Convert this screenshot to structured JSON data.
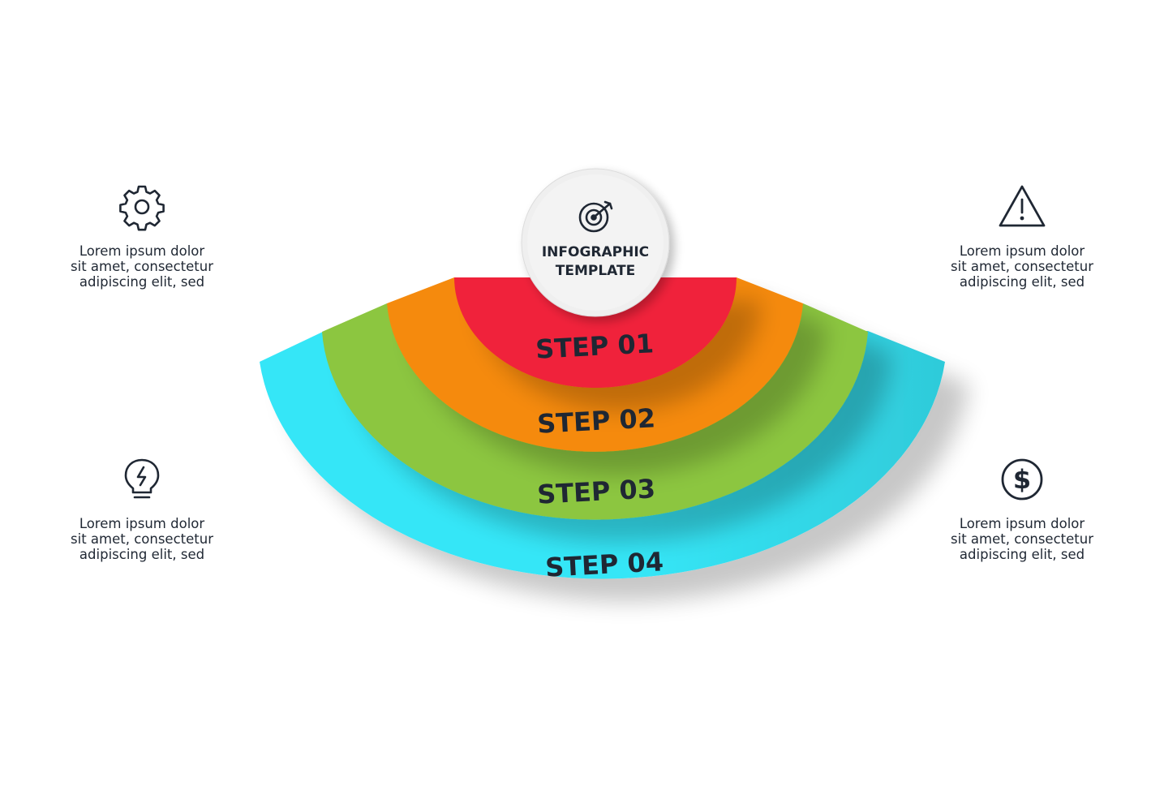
{
  "center": {
    "icon": "target-icon",
    "title_line1": "INFOGRAPHIC",
    "title_line2": "TEMPLATE"
  },
  "steps": [
    {
      "label": "STEP 01",
      "color": "#f0213a"
    },
    {
      "label": "STEP 02",
      "color": "#f58a0c"
    },
    {
      "label": "STEP 03",
      "color": "#8cc63f"
    },
    {
      "label": "STEP 04",
      "color": "#35e6f7"
    }
  ],
  "blocks": {
    "top_left": {
      "icon": "gear-icon",
      "lines": [
        "Lorem ipsum dolor",
        "sit amet, consectetur",
        "adipiscing elit, sed"
      ]
    },
    "bottom_left": {
      "icon": "lightbulb-icon",
      "lines": [
        "Lorem ipsum dolor",
        "sit amet, consectetur",
        "adipiscing elit, sed"
      ]
    },
    "top_right": {
      "icon": "warning-icon",
      "lines": [
        "Lorem ipsum dolor",
        "sit amet, consectetur",
        "adipiscing elit, sed"
      ]
    },
    "bottom_right": {
      "icon": "dollar-icon",
      "lines": [
        "Lorem ipsum dolor",
        "sit amet, consectetur",
        "adipiscing elit, sed"
      ]
    }
  },
  "colors": {
    "text": "#1f2733",
    "circle": "#efefef"
  }
}
